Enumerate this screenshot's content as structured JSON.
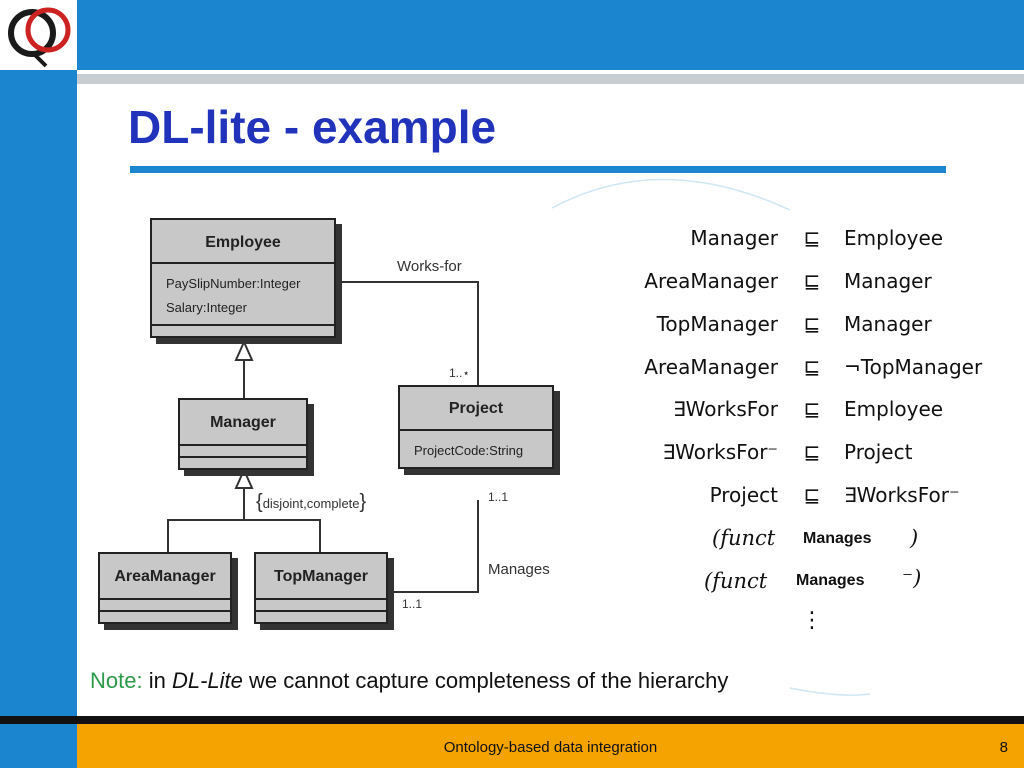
{
  "footer": {
    "title": "Ontology-based data integration",
    "page": "8"
  },
  "slide": {
    "title": "DL-lite - example"
  },
  "uml": {
    "employee": {
      "name": "Employee",
      "attrs": [
        "PaySlipNumber:Integer",
        "Salary:Integer"
      ]
    },
    "manager": {
      "name": "Manager"
    },
    "area_manager": {
      "name": "AreaManager"
    },
    "top_manager": {
      "name": "TopManager"
    },
    "project": {
      "name": "Project",
      "attrs": [
        "ProjectCode:String"
      ]
    },
    "works_for": {
      "label": "Works-for",
      "mult_project_side": "1..⋆"
    },
    "manages": {
      "label": "Manages",
      "mult_project_side": "1..1",
      "mult_manager_side": "1..1"
    },
    "constraint": {
      "open": "{",
      "text": "disjoint,complete",
      "close": "}"
    }
  },
  "axioms": [
    {
      "left": "Manager",
      "symbol": "⊑",
      "right": "Employee"
    },
    {
      "left": "AreaManager",
      "symbol": "⊑",
      "right": "Manager"
    },
    {
      "left": "TopManager",
      "symbol": "⊑",
      "right": "Manager"
    },
    {
      "left": "AreaManager",
      "symbol": "⊑",
      "right": "¬TopManager"
    },
    {
      "left": "∃WorksFor",
      "symbol": "⊑",
      "right": "Employee"
    },
    {
      "left": "∃WorksFor⁻",
      "symbol": "⊑",
      "right": "Project"
    },
    {
      "left": "Project",
      "symbol": "⊑",
      "right": "∃WorksFor⁻"
    }
  ],
  "funct_axioms": [
    {
      "open": "(funct",
      "role": "Manages",
      "close": ")"
    },
    {
      "open": "(funct",
      "role": "Manages",
      "close": "⁻)"
    }
  ],
  "ellipsis": "⋮",
  "note": {
    "label": "Note:",
    "before": "in",
    "em": "DL-Lite",
    "after": "we cannot capture completeness of the hierarchy"
  }
}
